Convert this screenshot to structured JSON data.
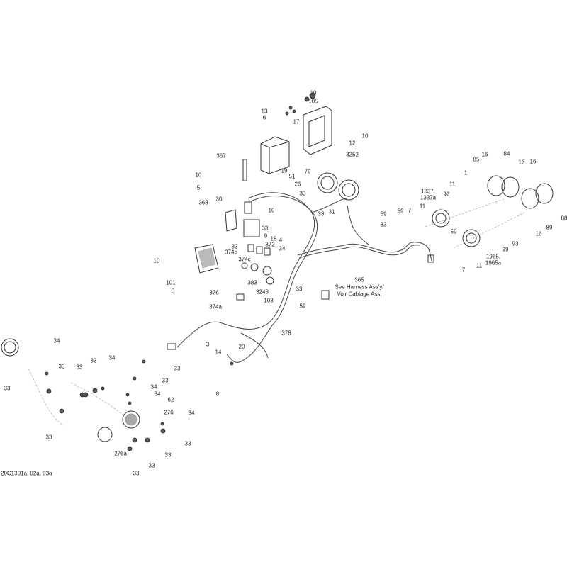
{
  "diagram_title_code": "20C1301a, 02a, 03a",
  "note": {
    "line1": "See Harness Ass'y/",
    "line2": "Voir Cablage Ass."
  },
  "labels": [
    "10",
    "105",
    "13",
    "6",
    "17",
    "10",
    "12",
    "3252",
    "367",
    "79",
    "10",
    "19",
    "51",
    "26",
    "5",
    "33",
    "30",
    "368",
    "10",
    "33",
    "31",
    "59",
    "33",
    "9",
    "18",
    "4",
    "33",
    "372",
    "374b",
    "34",
    "374c",
    "10",
    "101",
    "5",
    "376",
    "383",
    "3248",
    "103",
    "33",
    "365",
    "374a",
    "59",
    "378",
    "1337,",
    "1337a",
    "92",
    "11",
    "1",
    "85",
    "16",
    "84",
    "16",
    "16",
    "88",
    "89",
    "16",
    "93",
    "99",
    "1965,",
    "1965a",
    "11",
    "7",
    "59",
    "7",
    "11",
    "33",
    "59",
    "34",
    "33",
    "33",
    "33",
    "33",
    "34",
    "33",
    "33",
    "33",
    "34",
    "34",
    "62",
    "276",
    "34",
    "33",
    "33",
    "33",
    "33",
    "276a",
    "3",
    "14",
    "20",
    "8"
  ]
}
